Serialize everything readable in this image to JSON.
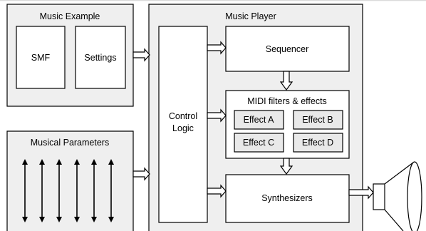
{
  "music_example": {
    "title": "Music Example",
    "smf_label": "SMF",
    "settings_label": "Settings"
  },
  "musical_parameters": {
    "title": "Musical Parameters"
  },
  "music_player": {
    "title": "Music Player",
    "control_logic_line1": "Control",
    "control_logic_line2": "Logic",
    "sequencer_label": "Sequencer",
    "midi_title": "MIDI filters & effects",
    "effects": [
      "Effect A",
      "Effect B",
      "Effect C",
      "Effect D"
    ],
    "synthesizers_label": "Synthesizers"
  }
}
